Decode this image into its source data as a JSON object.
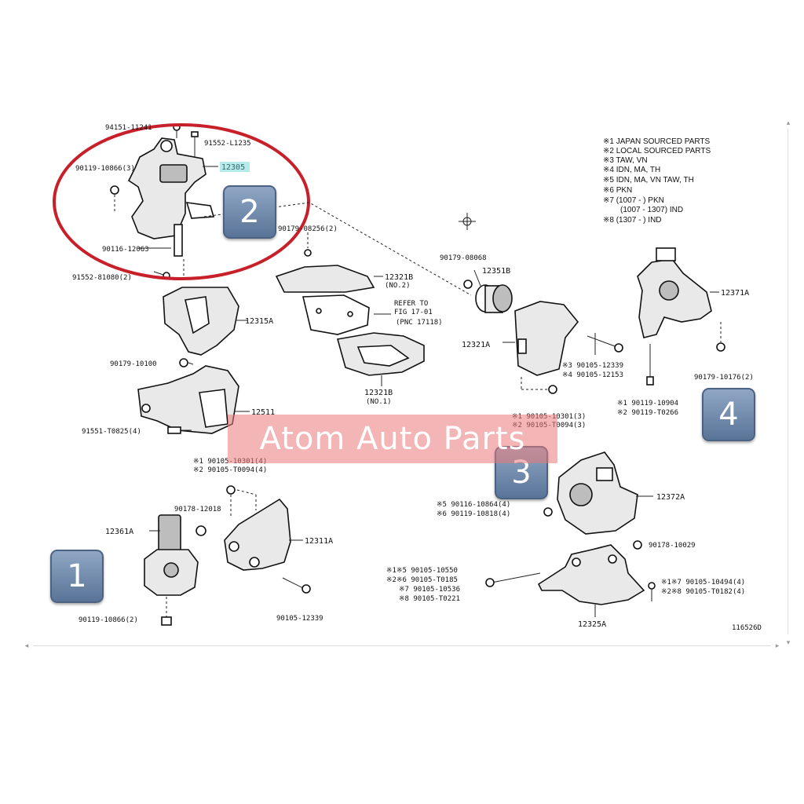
{
  "badges": [
    "1",
    "2",
    "3",
    "4"
  ],
  "watermark": "Atom Auto Parts",
  "figure_code": "116526D",
  "legend": [
    "※1 JAPAN SOURCED PARTS",
    "※2 LOCAL SOURCED PARTS",
    "※3 TAW, VN",
    "※4 IDN, MA, TH",
    "※5 IDN, MA, VN TAW, TH",
    "※6 PKN",
    "※7 (1007 -        ) PKN",
    "(1007 - 1307) IND",
    "※8 (1307 -        ) IND"
  ],
  "labels": {
    "p94151": "94151-11241",
    "p91552a": "91552-L1235",
    "p90119a": "90119-10866(3)",
    "p12305": "12305",
    "p90116": "90116-12063",
    "p91552b": "91552-81080(2)",
    "p90179a": "90179-08256(2)",
    "p12315": "12315A",
    "p90179b": "90179-10100",
    "p12511": "12511",
    "p91551": "91551-T0825(4)",
    "p12321b_top": "12321B",
    "p12321b_top2": "(NO.2)",
    "refer1": "REFER TO",
    "refer2": "FIG 17-01",
    "refer3": "(PNC 17118)",
    "p12321b_bot": "12321B",
    "p12321b_bot2": "(NO.1)",
    "p90179c": "90179-08068",
    "p12351": "12351B",
    "p12321a": "12321A",
    "p90105a": "※3 90105-12339",
    "p90105b": "※4 90105-12153",
    "p90105c": "※1 90105-10301(3)",
    "p90105d": "※2 90105-T0094(3)",
    "p12371": "12371A",
    "p90179d": "90179-10176(2)",
    "p90119b": "※1 90119-10904",
    "p90119c": "※2 90119-T0266",
    "p90105e": "※1 90105-10301(4)",
    "p90105f": "※2 90105-T0094(4)",
    "p90178": "90178-12018",
    "p12361": "12361A",
    "p12311": "12311A",
    "p90119d": "90119-10866(2)",
    "p90105g": "90105-12339",
    "p12372": "12372A",
    "p90116b": "※5 90116-10864(4)",
    "p90119e": "※6 90119-10818(4)",
    "p90178b": "90178-10029",
    "p90105h": "※1※5 90105-10550",
    "p90105i": "※2※6 90105-T0185",
    "p90105j": "※7 90105-10536",
    "p90105k": "※8 90105-T0221",
    "p90105l": "※1※7 90105-10494(4)",
    "p90105m": "※2※8 90105-T0182(4)",
    "p12325": "12325A"
  },
  "colors": {
    "circle": "#c8202a",
    "badge": "#6a84a8",
    "watermark": "#e97878",
    "highlight": "#5fd3d3"
  }
}
